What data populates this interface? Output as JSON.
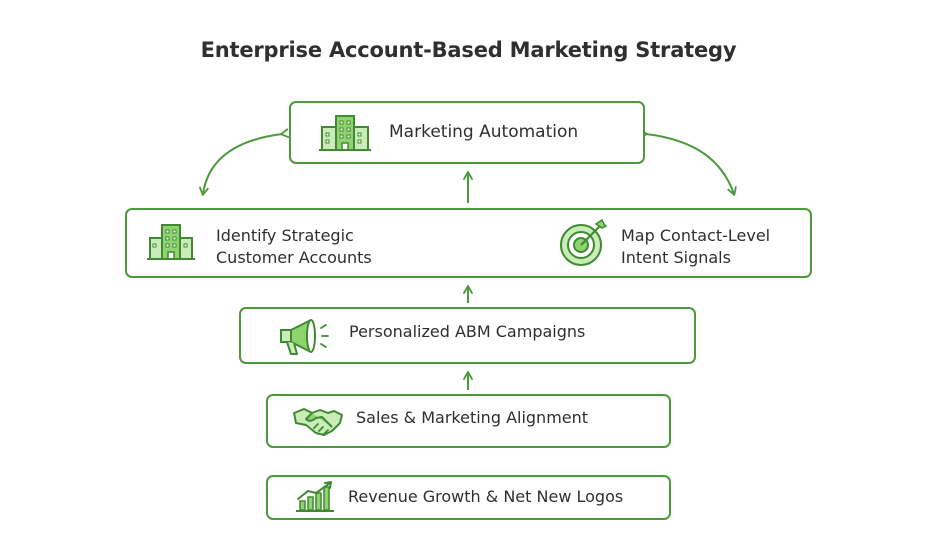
{
  "title": "Enterprise Account-Based Marketing Strategy",
  "nodes": {
    "marketing_automation": "Marketing Automation",
    "identify_accounts_line1": "Identify Strategic",
    "identify_accounts_line2": "Customer Accounts",
    "intent_signals_line1": "Map Contact-Level",
    "intent_signals_line2": "Intent Signals",
    "abm_campaigns": "Personalized ABM Campaigns",
    "alignment": "Sales & Marketing Alignment",
    "revenue": "Revenue Growth & Net New Logos"
  },
  "colors": {
    "accent": "#4c9a3c",
    "icon_fill": "#8fd36f",
    "text": "#2f2f2f"
  },
  "icons": [
    "building-icon",
    "building-icon",
    "target-icon",
    "megaphone-icon",
    "handshake-icon",
    "growth-chart-icon"
  ]
}
